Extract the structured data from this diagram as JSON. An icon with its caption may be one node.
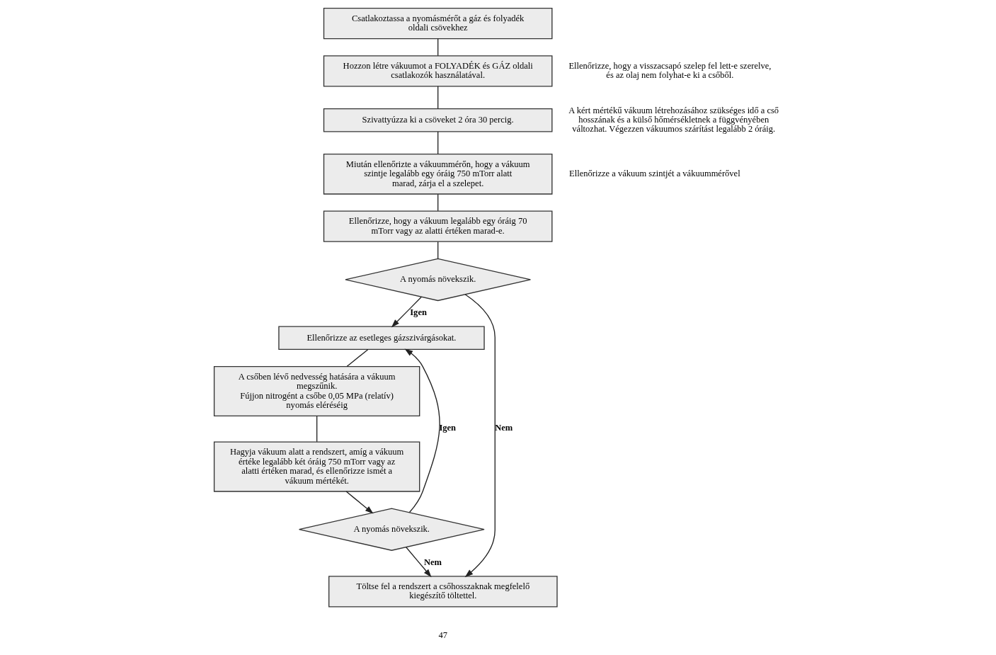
{
  "diagram": {
    "nodes": [
      {
        "text": [
          "Csatlakoztassa a nyomásmérőt a gáz és folyadék oldali csövekhez"
        ]
      },
      {
        "text": [
          "Hozzon létre vákuumot a FOLYADÉK és GÁZ oldali csatlakozók használatával."
        ],
        "beside": [
          "Ellenőrizze, hogy a visszacsapó szelep fel lett-e szerelve, és az olaj nem folyhat-e ki a csőből."
        ]
      },
      {
        "text": [
          "Szivattyúzza ki a csöveket 2 óra 30 percig."
        ],
        "beside": [
          "A kért mértékű vákuum létrehozásához szükséges idő a cső hosszának és a külső hőmérsékletnek a függvényében változhat. Végezzen vákuumos szárítást legalább 2 óráig."
        ]
      },
      {
        "text": [
          "Miután ellenőrizte a vákuummérőn, hogy a vákuum szintje legalább egy óráig 750 mTorr alatt marad, zárja el a szelepet."
        ],
        "beside": [
          "Ellenőrizze a vákuum szintjét a vákuummérővel"
        ]
      },
      {
        "text": [
          "Ellenőrizze, hogy a vákuum legalább egy óráig 70 mTorr vagy az alatti értéken marad-e."
        ]
      },
      {
        "text": [
          "A nyomás növekszik."
        ]
      },
      {
        "text": [
          "Ellenőrizze az esetleges gázszivárgásokat."
        ]
      },
      {
        "text": [
          "A csőben lévő nedvesség hatására a vákuum megszűnik.",
          "Fújjon nitrogént a csőbe 0,05 MPa (relatív) nyomás eléréséig"
        ]
      },
      {
        "text": [
          "Hagyja vákuum alatt a rendszert, amíg a vákuum értéke legalább két óráig 750 mTorr vagy az alatti értéken marad, és ellenőrizze ismét a vákuum mértékét."
        ]
      },
      {
        "text": [
          "Töltse fel a rendszert a csőhosszaknak megfelelő kiegészítő töltettel."
        ]
      },
      {
        "text": [
          "A nyomás növekszik."
        ]
      }
    ],
    "edges": [
      {
        "from": 0,
        "to": 1,
        "arrow": "none"
      },
      {
        "from": 1,
        "to": 2,
        "arrow": "none"
      },
      {
        "from": 2,
        "to": 3,
        "arrow": "none"
      },
      {
        "from": 3,
        "to": 4,
        "arrow": "none"
      },
      {
        "from": 4,
        "to": 5,
        "arrow": "none"
      },
      {
        "from": 5,
        "to": 6,
        "arrow": "to",
        "label": "Igen"
      },
      {
        "from": 5,
        "to": 9,
        "arrow": "to",
        "label": "Nem"
      },
      {
        "from": 6,
        "to": 7,
        "arrow": "none"
      },
      {
        "from": 7,
        "to": 8,
        "arrow": "none"
      },
      {
        "from": 8,
        "to": 10,
        "arrow": "to"
      },
      {
        "from": 10,
        "to": 9,
        "arrow": "to",
        "label": "Nem"
      },
      {
        "from": 10,
        "to": 6,
        "arrow": "to",
        "label": "Igen"
      }
    ],
    "labels": [
      "47"
    ]
  }
}
